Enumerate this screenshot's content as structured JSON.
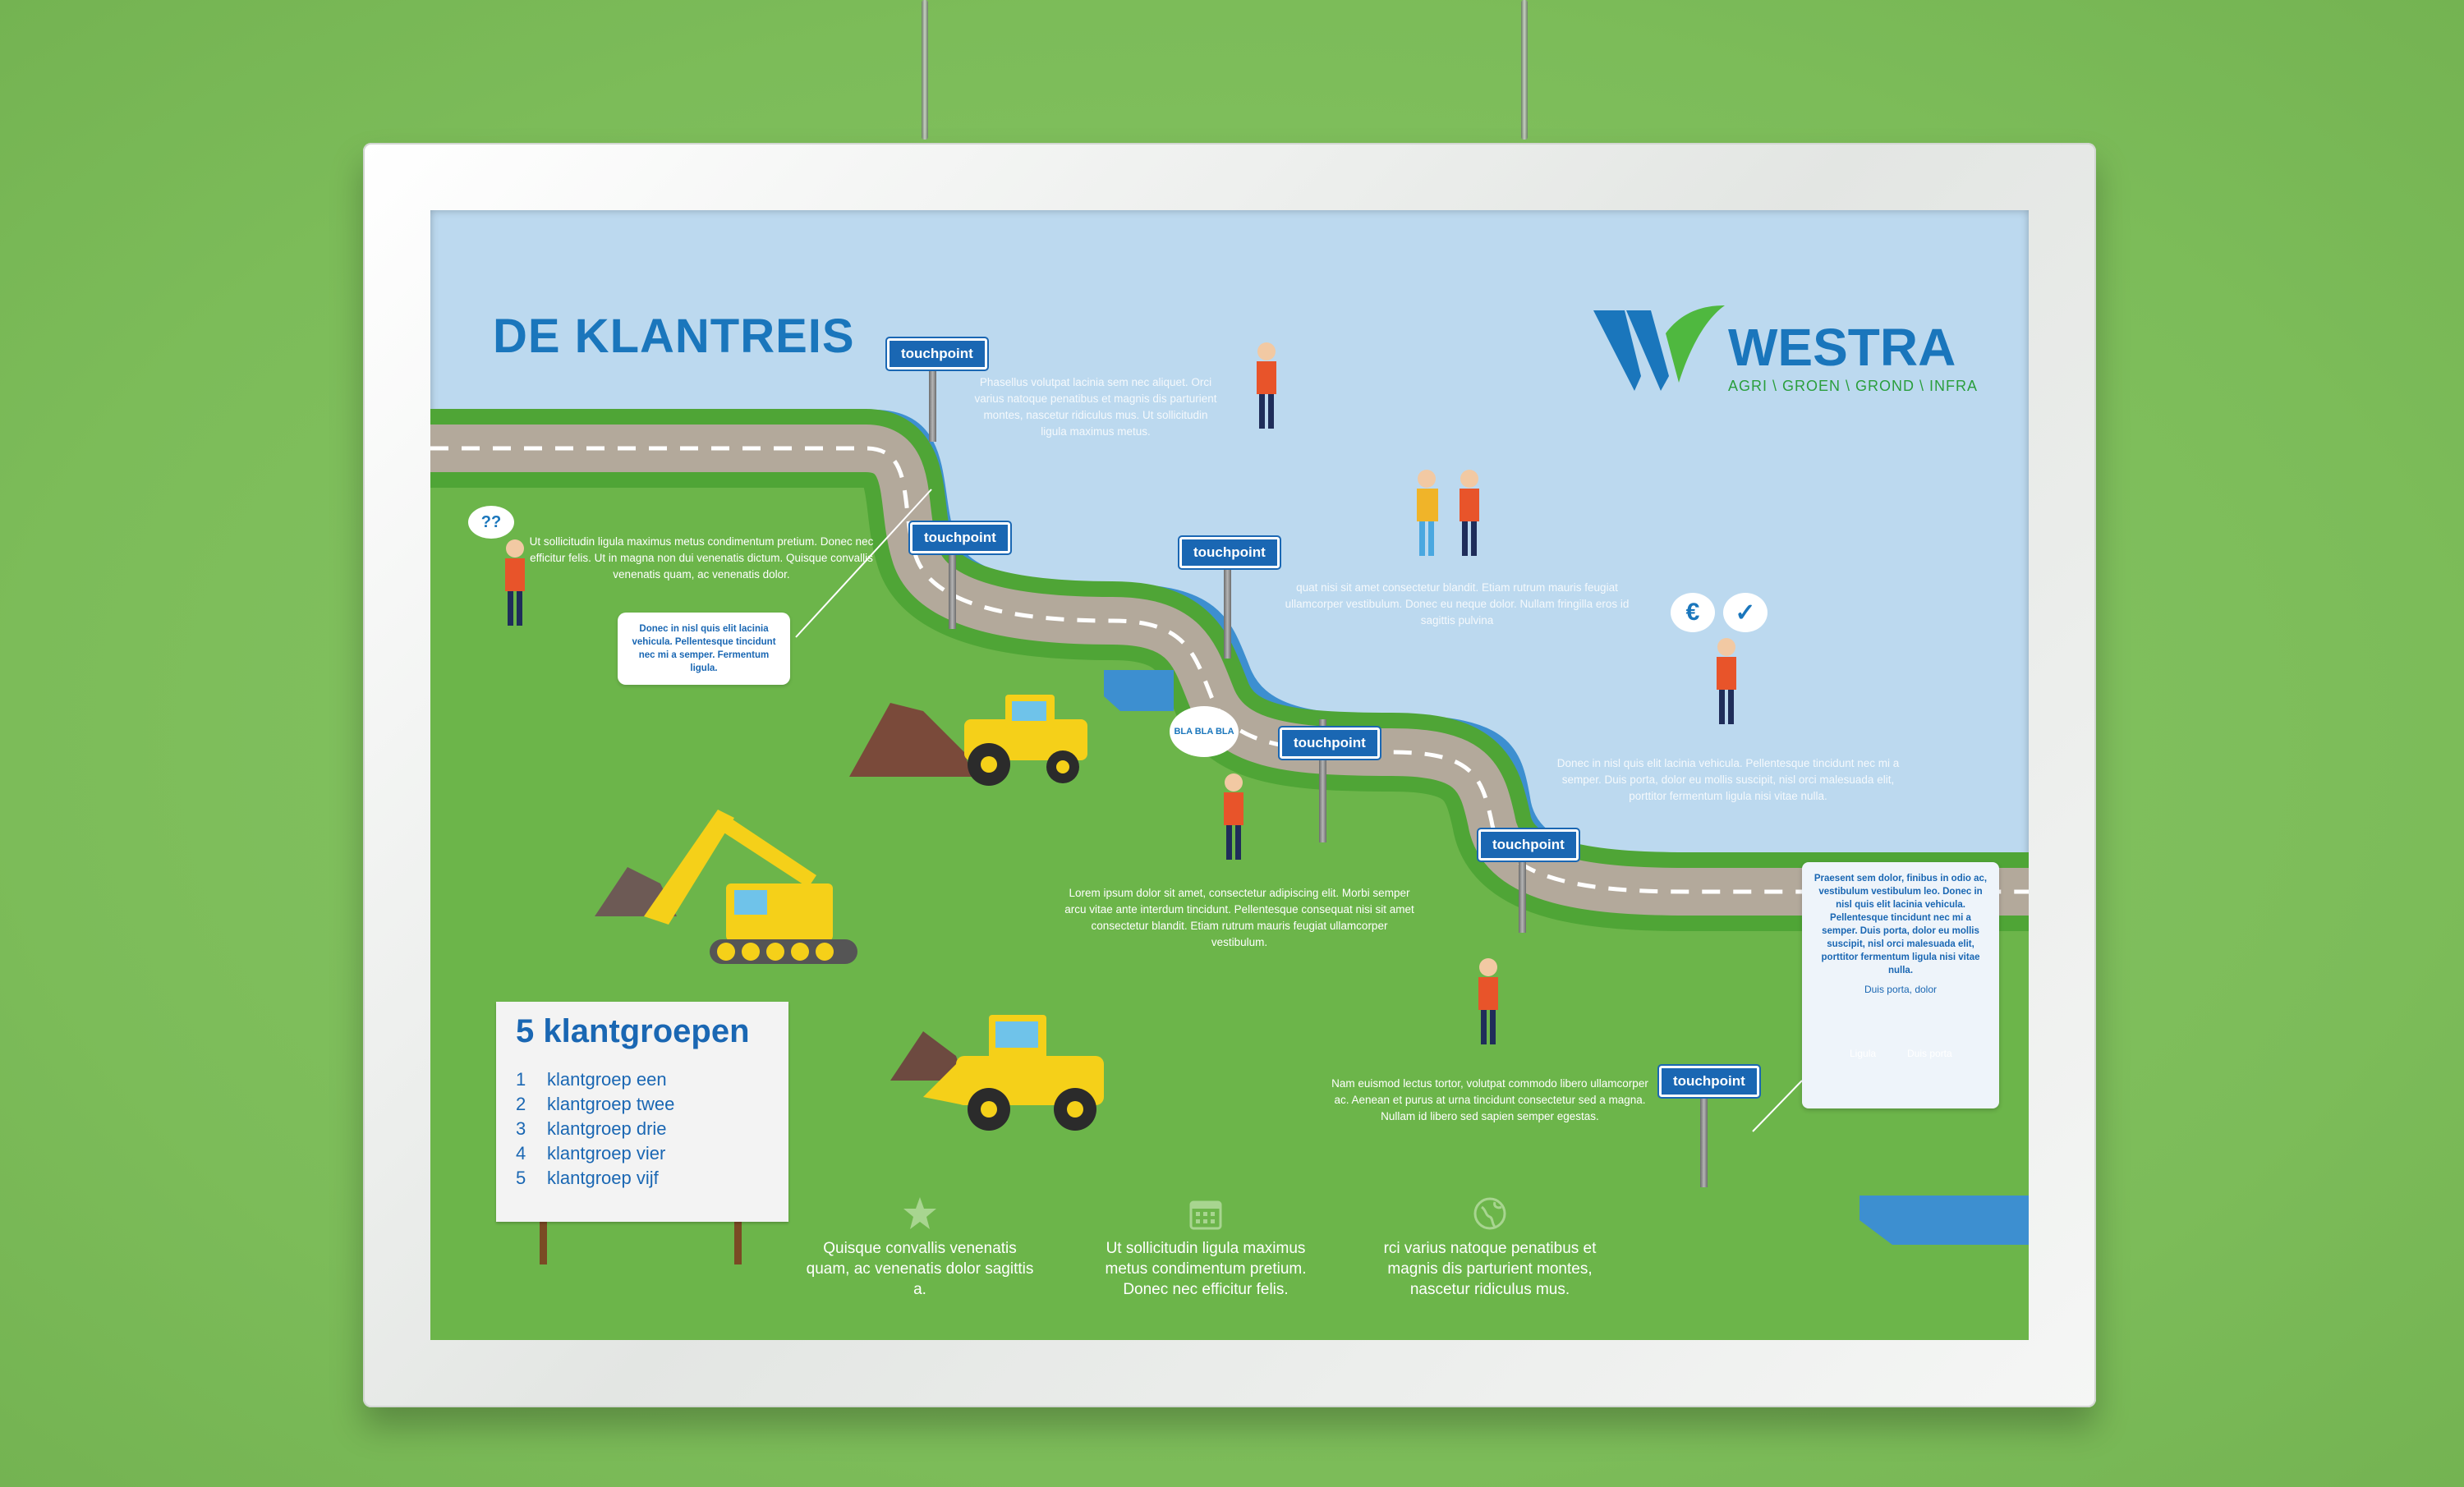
{
  "poster": {
    "title": "DE KLANTREIS",
    "brand": {
      "name": "WESTRA",
      "tagline": "AGRI \\ GROEN \\ GROND \\ INFRA"
    },
    "touchpoint_label": "touchpoint",
    "paragraphs": {
      "p1": "Phasellus volutpat lacinia sem nec aliquet. Orci varius natoque penatibus et magnis dis parturient montes, nascetur ridiculus mus. Ut sollicitudin ligula maximus metus.",
      "p2": "Ut sollicitudin ligula maximus metus condimentum pretium. Donec nec efficitur felis. Ut in magna non dui venenatis dictum. Quisque convallis venenatis quam, ac venenatis dolor.",
      "p3": "quat nisi sit amet consectetur blandit. Etiam rutrum mauris feugiat ullamcorper vestibulum. Donec eu neque dolor. Nullam fringilla eros id sagittis pulvina",
      "p4": "Donec in nisl quis elit lacinia vehicula. Pellentesque tincidunt nec mi a semper. Duis porta, dolor eu mollis suscipit, nisl orci malesuada elit, porttitor fermentum ligula nisi vitae nulla.",
      "p5": "Lorem ipsum dolor sit amet, consectetur adipiscing elit. Morbi semper arcu vitae ante interdum tincidunt. Pellentesque consequat nisi sit amet consectetur blandit. Etiam rutrum mauris feugiat ullamcorper vestibulum.",
      "p6": "Nam euismod lectus tortor, volutpat commodo libero ullamcorper ac. Aenean et purus at urna tincidunt consectetur sed a magna. Nullam id libero sed sapien semper egestas."
    },
    "callout": "Donec in nisl quis elit lacinia vehicula. Pellentesque tincidunt nec mi a semper. Fermentum ligula.",
    "thought_bubbles": {
      "confused": "??",
      "euro": "€",
      "check": "✓",
      "talk": "BLA BLA BLA"
    },
    "venn": {
      "text": "Praesent sem dolor, finibus in odio ac, vestibulum vestibulum leo. Donec in nisl quis elit lacinia vehicula. Pellentesque tincidunt nec mi a semper. Duis porta, dolor eu mollis suscipit, nisl orci malesuada elit, porttitor fermentum ligula nisi vitae nulla.",
      "title": "Duis porta, dolor",
      "left": "Ligula",
      "right": "Duis porta"
    },
    "board": {
      "title": "5 klantgroepen",
      "items": [
        {
          "n": "1",
          "label": "klantgroep een"
        },
        {
          "n": "2",
          "label": "klantgroep twee"
        },
        {
          "n": "3",
          "label": "klantgroep drie"
        },
        {
          "n": "4",
          "label": "klantgroep vier"
        },
        {
          "n": "5",
          "label": "klantgroep vijf"
        }
      ]
    },
    "footer": [
      {
        "icon": "star-icon",
        "text": "Quisque convallis venenatis quam, ac venenatis dolor sagittis a."
      },
      {
        "icon": "calendar-icon",
        "text": "Ut sollicitudin ligula maximus metus condimentum pretium. Donec nec efficitur felis."
      },
      {
        "icon": "globe-icon",
        "text": "rci varius natoque penatibus et magnis dis parturient montes, nascetur ridiculus mus."
      }
    ],
    "colors": {
      "wall": "#7fbf5c",
      "sky": "#bcd9ef",
      "grass": "#6cb54a",
      "road": "#b3a99b",
      "river": "#3d8fd0",
      "brand_blue": "#1a67b3",
      "brand_green": "#2a9e3c",
      "machine_yellow": "#f5d019"
    }
  }
}
